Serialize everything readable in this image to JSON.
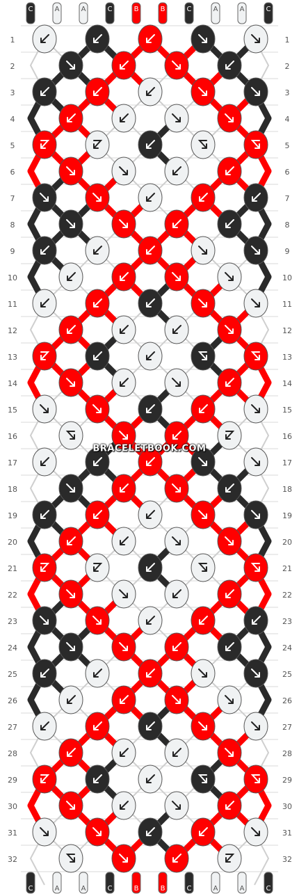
{
  "pattern": {
    "rows": 32,
    "row_labels": [
      "1",
      "2",
      "3",
      "4",
      "5",
      "6",
      "7",
      "8",
      "9",
      "10",
      "11",
      "12",
      "13",
      "14",
      "15",
      "16",
      "17",
      "18",
      "19",
      "20",
      "21",
      "22",
      "23",
      "24",
      "25",
      "26",
      "27",
      "28",
      "29",
      "30",
      "31",
      "32"
    ],
    "string_labels_top": [
      "C",
      "A",
      "A",
      "C",
      "B",
      "B",
      "C",
      "A",
      "A",
      "C"
    ],
    "string_labels_bottom": [
      "C",
      "A",
      "A",
      "C",
      "B",
      "B",
      "C",
      "A",
      "A",
      "C"
    ],
    "colors": {
      "A": "#f0f2f3",
      "B": "#ff0000",
      "C": "#2a2a2a"
    },
    "knots": [
      [
        [
          "A",
          "sw"
        ],
        [
          "C",
          "sw"
        ],
        [
          "B",
          "sw"
        ],
        [
          "C",
          "se"
        ],
        [
          "A",
          "se"
        ]
      ],
      [
        [
          "C",
          "se"
        ],
        [
          "B",
          "sw"
        ],
        [
          "B",
          "se"
        ],
        [
          "C",
          "sw"
        ]
      ],
      [
        [
          "C",
          "sw"
        ],
        [
          "B",
          "sw"
        ],
        [
          "A",
          "sw"
        ],
        [
          "B",
          "se"
        ],
        [
          "C",
          "se"
        ]
      ],
      [
        [
          "B",
          "sw"
        ],
        [
          "A",
          "sw"
        ],
        [
          "A",
          "se"
        ],
        [
          "B",
          "se"
        ]
      ],
      [
        [
          "B",
          "sw-r"
        ],
        [
          "A",
          "sw-r"
        ],
        [
          "C",
          "sw"
        ],
        [
          "A",
          "se-r"
        ],
        [
          "B",
          "se-r"
        ]
      ],
      [
        [
          "B",
          "se"
        ],
        [
          "A",
          "se"
        ],
        [
          "A",
          "sw"
        ],
        [
          "B",
          "sw"
        ]
      ],
      [
        [
          "C",
          "se"
        ],
        [
          "B",
          "se"
        ],
        [
          "A",
          "sw"
        ],
        [
          "B",
          "sw"
        ],
        [
          "C",
          "sw"
        ]
      ],
      [
        [
          "C",
          "se"
        ],
        [
          "B",
          "se"
        ],
        [
          "B",
          "sw"
        ],
        [
          "C",
          "sw"
        ]
      ],
      [
        [
          "C",
          "sw"
        ],
        [
          "A",
          "sw"
        ],
        [
          "B",
          "sw"
        ],
        [
          "A",
          "se"
        ],
        [
          "C",
          "se"
        ]
      ],
      [
        [
          "A",
          "sw"
        ],
        [
          "B",
          "sw"
        ],
        [
          "B",
          "se"
        ],
        [
          "A",
          "se"
        ]
      ],
      [
        [
          "A",
          "sw"
        ],
        [
          "B",
          "sw"
        ],
        [
          "C",
          "sw"
        ],
        [
          "B",
          "se"
        ],
        [
          "A",
          "se"
        ]
      ],
      [
        [
          "B",
          "sw"
        ],
        [
          "A",
          "sw"
        ],
        [
          "A",
          "sw"
        ],
        [
          "B",
          "se"
        ]
      ],
      [
        [
          "B",
          "sw-r"
        ],
        [
          "C",
          "sw"
        ],
        [
          "A",
          "sw"
        ],
        [
          "C",
          "se-r"
        ],
        [
          "B",
          "se-r"
        ]
      ],
      [
        [
          "B",
          "se"
        ],
        [
          "A",
          "sw"
        ],
        [
          "A",
          "se"
        ],
        [
          "B",
          "sw"
        ]
      ],
      [
        [
          "A",
          "se"
        ],
        [
          "B",
          "se"
        ],
        [
          "C",
          "sw"
        ],
        [
          "B",
          "sw"
        ],
        [
          "A",
          "se"
        ]
      ],
      [
        [
          "A",
          "se-r"
        ],
        [
          "B",
          "se"
        ],
        [
          "B",
          "sw"
        ],
        [
          "A",
          "sw-r"
        ]
      ],
      [
        [
          "A",
          "sw"
        ],
        [
          "C",
          "sw"
        ],
        [
          "B",
          "sw"
        ],
        [
          "C",
          "se"
        ],
        [
          "A",
          "se"
        ]
      ],
      [
        [
          "C",
          "se"
        ],
        [
          "B",
          "sw"
        ],
        [
          "B",
          "se"
        ],
        [
          "C",
          "sw"
        ]
      ],
      [
        [
          "C",
          "sw"
        ],
        [
          "B",
          "sw"
        ],
        [
          "A",
          "sw"
        ],
        [
          "B",
          "se"
        ],
        [
          "C",
          "se"
        ]
      ],
      [
        [
          "B",
          "sw"
        ],
        [
          "A",
          "sw"
        ],
        [
          "A",
          "se"
        ],
        [
          "B",
          "se"
        ]
      ],
      [
        [
          "B",
          "sw-r"
        ],
        [
          "A",
          "sw-r"
        ],
        [
          "C",
          "sw"
        ],
        [
          "A",
          "se-r"
        ],
        [
          "B",
          "se-r"
        ]
      ],
      [
        [
          "B",
          "se"
        ],
        [
          "A",
          "se"
        ],
        [
          "A",
          "sw"
        ],
        [
          "B",
          "sw"
        ]
      ],
      [
        [
          "C",
          "se"
        ],
        [
          "B",
          "se"
        ],
        [
          "A",
          "sw"
        ],
        [
          "B",
          "sw"
        ],
        [
          "C",
          "sw"
        ]
      ],
      [
        [
          "C",
          "se"
        ],
        [
          "B",
          "se"
        ],
        [
          "B",
          "sw"
        ],
        [
          "C",
          "sw"
        ]
      ],
      [
        [
          "C",
          "sw"
        ],
        [
          "A",
          "sw"
        ],
        [
          "B",
          "sw"
        ],
        [
          "A",
          "se"
        ],
        [
          "C",
          "se"
        ]
      ],
      [
        [
          "A",
          "sw"
        ],
        [
          "B",
          "sw"
        ],
        [
          "B",
          "se"
        ],
        [
          "A",
          "se"
        ]
      ],
      [
        [
          "A",
          "sw"
        ],
        [
          "B",
          "sw"
        ],
        [
          "C",
          "sw"
        ],
        [
          "B",
          "se"
        ],
        [
          "A",
          "se"
        ]
      ],
      [
        [
          "B",
          "sw"
        ],
        [
          "A",
          "sw"
        ],
        [
          "A",
          "sw"
        ],
        [
          "B",
          "se"
        ]
      ],
      [
        [
          "B",
          "sw-r"
        ],
        [
          "C",
          "sw"
        ],
        [
          "A",
          "sw"
        ],
        [
          "C",
          "se-r"
        ],
        [
          "B",
          "se-r"
        ]
      ],
      [
        [
          "B",
          "se"
        ],
        [
          "A",
          "sw"
        ],
        [
          "A",
          "se"
        ],
        [
          "B",
          "sw"
        ]
      ],
      [
        [
          "A",
          "se"
        ],
        [
          "B",
          "se"
        ],
        [
          "C",
          "sw"
        ],
        [
          "B",
          "sw"
        ],
        [
          "A",
          "se"
        ]
      ],
      [
        [
          "A",
          "se-r"
        ],
        [
          "B",
          "se"
        ],
        [
          "B",
          "sw"
        ],
        [
          "A",
          "sw-r"
        ]
      ]
    ]
  },
  "watermark": "BRACELETBOOK.COM"
}
